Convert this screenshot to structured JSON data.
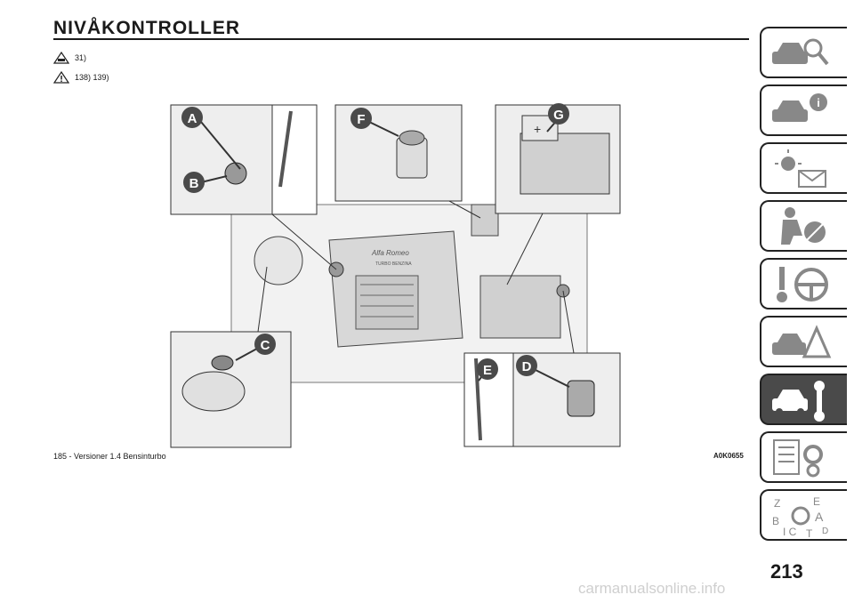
{
  "page": {
    "title": "NIVÅKONTROLLER",
    "warnings": [
      "31)",
      "138) 139)"
    ],
    "figure": {
      "labels": [
        "A",
        "B",
        "C",
        "D",
        "E",
        "F",
        "G"
      ],
      "caption": "185 - Versioner 1.4 Bensinturbo",
      "code": "A0K0655",
      "engine_text": [
        "Alfa Romeo",
        "TURBO BENZINA"
      ]
    },
    "page_number": "213",
    "watermark": "carmanualsonline.info"
  },
  "tabs": [
    {
      "icon": "car-search-icon"
    },
    {
      "icon": "car-info-icon"
    },
    {
      "icon": "warning-lights-message-icon"
    },
    {
      "icon": "seat-airbag-icon"
    },
    {
      "icon": "steering-wheel-key-icon"
    },
    {
      "icon": "car-breakdown-warning-icon"
    },
    {
      "icon": "car-service-wrench-icon",
      "active": true
    },
    {
      "icon": "specifications-gears-icon"
    },
    {
      "icon": "alphabetical-index-icon"
    }
  ],
  "colors": {
    "text": "#1a1a1a",
    "tab_active": "#4a4a4a",
    "label_circle": "#4a4a4a",
    "watermark": "#cfcfcf"
  }
}
